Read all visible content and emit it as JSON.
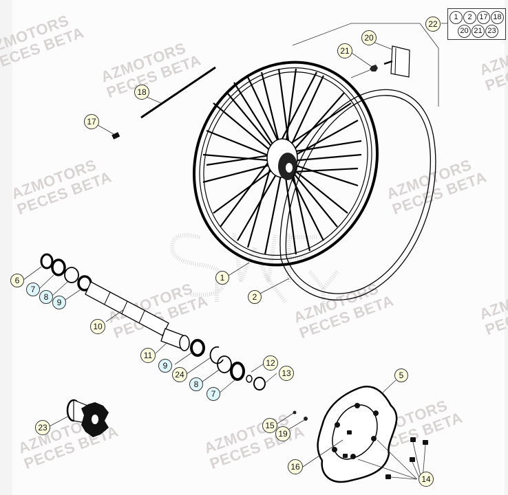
{
  "diagram": {
    "title": "Front wheel exploded parts diagram",
    "watermark": {
      "line1": "AZMOTORS",
      "line2": "PECES BETA",
      "color": "#d9d4d4"
    },
    "colors": {
      "label_yellow": "#fdfde0",
      "label_blue": "#dff6fb",
      "label_border": "#333333",
      "background": "#fcfcfc"
    },
    "kit_box": {
      "label": "22",
      "members_row1": [
        "1",
        "2",
        "17",
        "18"
      ],
      "members_row2": [
        "20",
        "21",
        "23"
      ]
    },
    "parts": [
      {
        "ref": "1",
        "name": "wheel-rim-assembly",
        "color": "yellow"
      },
      {
        "ref": "2",
        "name": "rim-tape",
        "color": "yellow"
      },
      {
        "ref": "5",
        "name": "brake-disc",
        "color": "yellow"
      },
      {
        "ref": "6",
        "name": "spacer-left",
        "color": "yellow"
      },
      {
        "ref": "7",
        "name": "oil-seal",
        "color": "blue"
      },
      {
        "ref": "8",
        "name": "spacer-ring",
        "color": "blue"
      },
      {
        "ref": "9",
        "name": "bearing",
        "color": "blue"
      },
      {
        "ref": "10",
        "name": "wheel-axle",
        "color": "yellow"
      },
      {
        "ref": "11",
        "name": "bushing",
        "color": "yellow"
      },
      {
        "ref": "12",
        "name": "washer",
        "color": "yellow"
      },
      {
        "ref": "13",
        "name": "axle-nut",
        "color": "yellow"
      },
      {
        "ref": "14",
        "name": "disc-screws",
        "color": "yellow"
      },
      {
        "ref": "15",
        "name": "small-washer",
        "color": "yellow"
      },
      {
        "ref": "16",
        "name": "screw",
        "color": "yellow"
      },
      {
        "ref": "17",
        "name": "spoke-nipple",
        "color": "yellow"
      },
      {
        "ref": "18",
        "name": "spoke",
        "color": "yellow"
      },
      {
        "ref": "19",
        "name": "nut",
        "color": "yellow"
      },
      {
        "ref": "20",
        "name": "rim-lock",
        "color": "yellow"
      },
      {
        "ref": "21",
        "name": "rim-lock-nut",
        "color": "yellow"
      },
      {
        "ref": "22",
        "name": "wheel-kit",
        "color": "yellow"
      },
      {
        "ref": "23",
        "name": "hub",
        "color": "yellow"
      },
      {
        "ref": "24",
        "name": "circlip",
        "color": "yellow"
      }
    ]
  }
}
